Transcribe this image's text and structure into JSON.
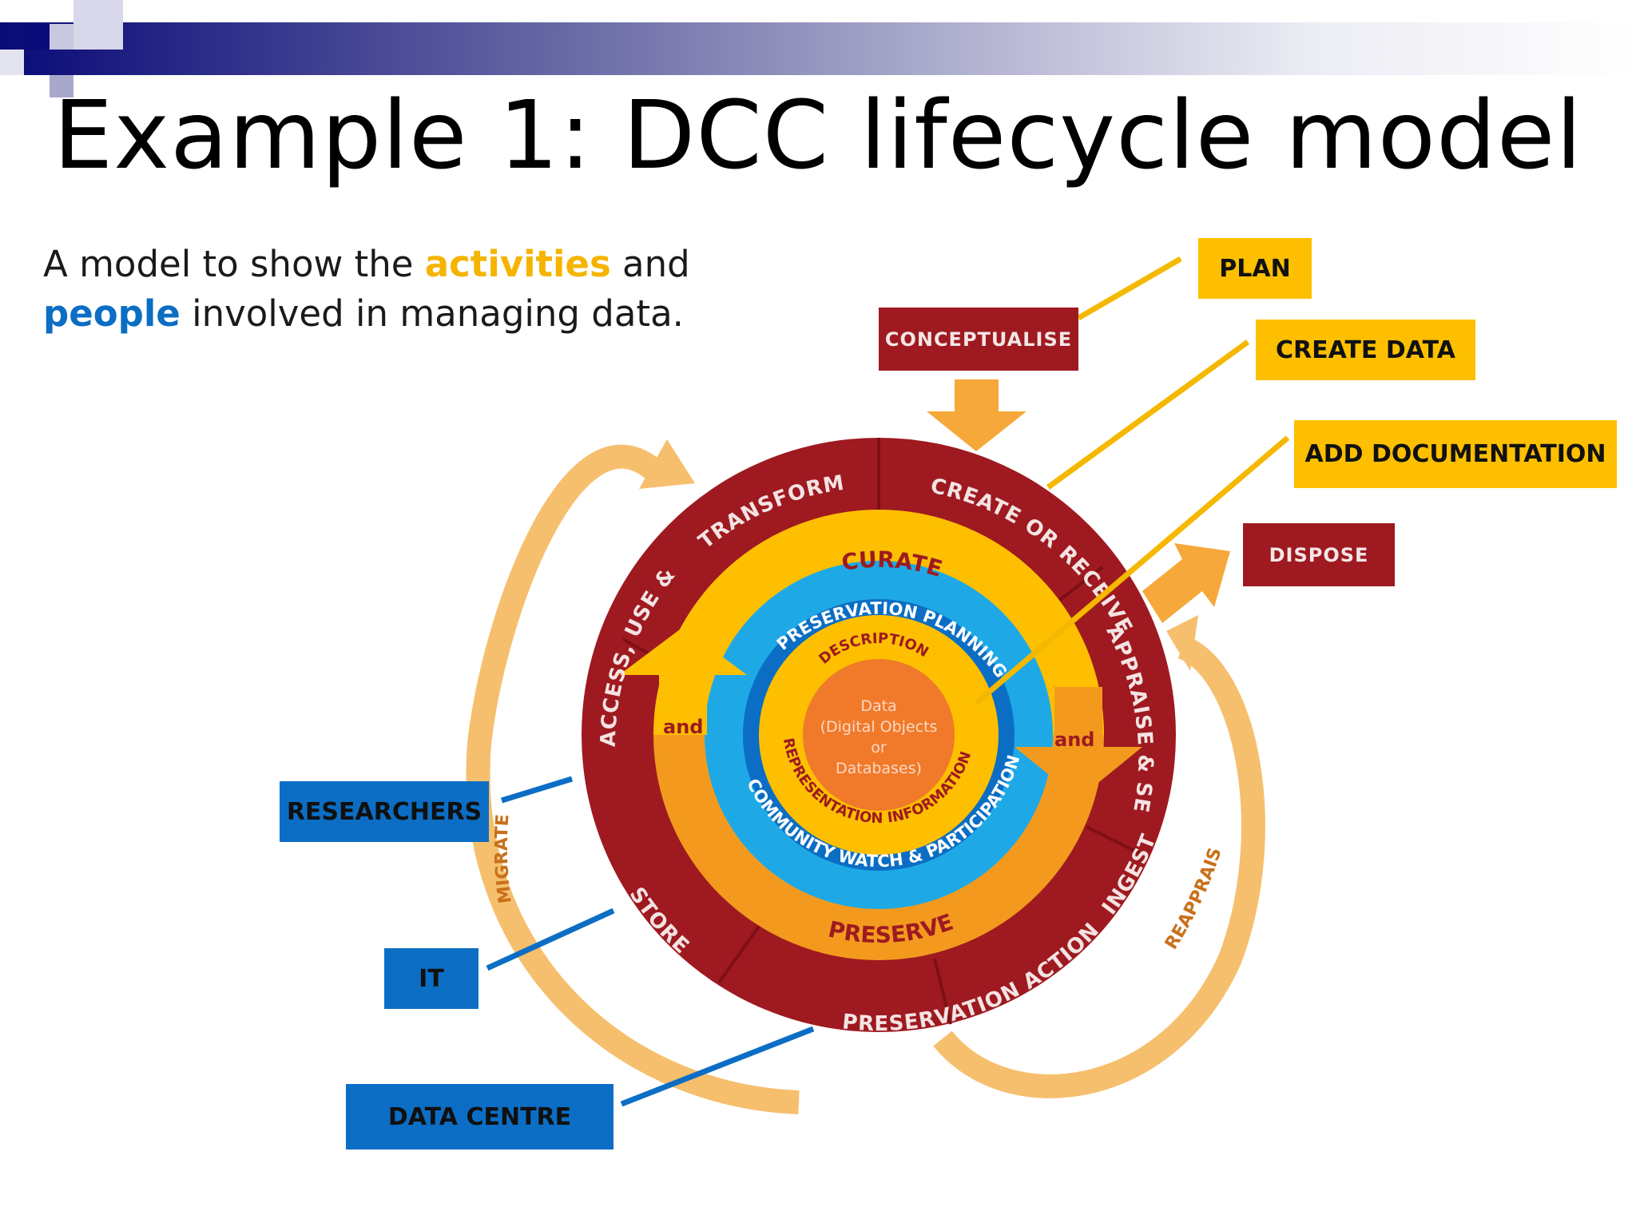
{
  "slide": {
    "title": "Example 1: DCC lifecycle model",
    "intro": {
      "part1": "A model to show the ",
      "activities": "activities",
      "part2": " and",
      "people": "people",
      "part3": " involved in managing data."
    }
  },
  "colors": {
    "dark_red": "#9e1a20",
    "yellow": "#fdbf00",
    "orange": "#f39a1e",
    "light_blue": "#1ea9e6",
    "blue": "#0b6ec4",
    "center": "#f07a2a",
    "arrow_light": "#f6bf6e"
  },
  "diagram": {
    "conceptualise": "CONCEPTUALISE",
    "dispose": "DISPOSE",
    "outer_ring": {
      "transform": "TRANSFORM",
      "create_or_receive": "CREATE OR RECEIVE",
      "appraise_select": "APPRAISE & SELECT",
      "ingest": "INGEST",
      "preservation_action": "PRESERVATION ACTION",
      "store": "STORE",
      "access_use_reuse": "ACCESS, USE & REUSE"
    },
    "curate": "CURATE",
    "preserve": "PRESERVE",
    "and_left": "and",
    "and_right": "and",
    "preservation_planning": "PRESERVATION PLANNING",
    "community_watch": "COMMUNITY WATCH & PARTICIPATION",
    "description": "DESCRIPTION",
    "representation_information": "REPRESENTATION INFORMATION",
    "center": {
      "line1": "Data",
      "line2": "(Digital Objects",
      "line3": "or",
      "line4": "Databases)"
    },
    "migrate": "MIGRATE",
    "reappraise": "REAPPRAISE"
  },
  "callouts": {
    "activities": [
      "PLAN",
      "CREATE DATA",
      "ADD DOCUMENTATION"
    ],
    "people": [
      "RESEARCHERS",
      "IT",
      "DATA CENTRE"
    ]
  }
}
